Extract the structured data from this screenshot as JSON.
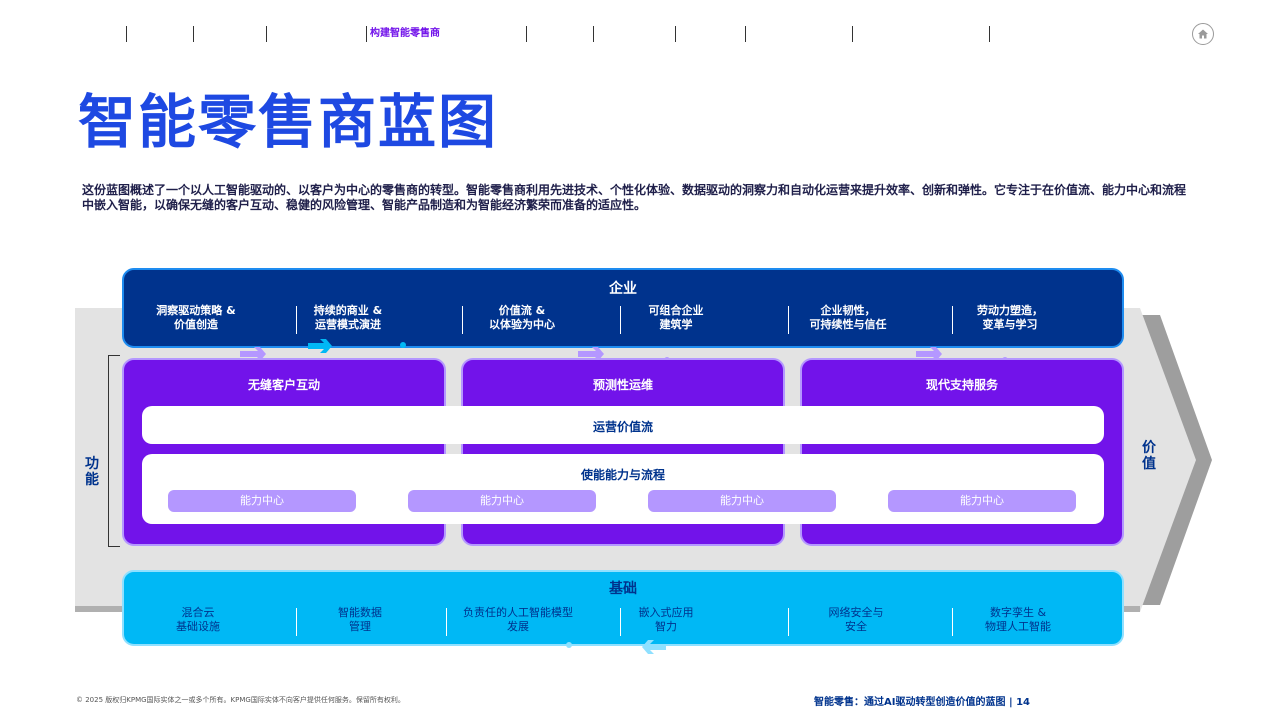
{
  "nav": {
    "active": "构建智能零售商"
  },
  "title": "智能零售商蓝图",
  "intro": "这份蓝图概述了一个以人工智能驱动的、以客户为中心的零售商的转型。智能零售商利用先进技术、个性化体验、数据驱动的洞察力和自动化运营来提升效率、创新和弹性。它专注于在价值流、能力中心和流程中嵌入智能，以确保无缝的客户互动、稳健的风险管理、智能产品制造和为智能经济繁荣而准备的适应性。",
  "diagram": {
    "enterprise": {
      "title": "企业",
      "items": [
        "洞察驱动策略 &\n价值创造",
        "持续的商业 &\n运营模式演进",
        "价值流 &\n以体验为中心",
        "可组合企业\n建筑学",
        "企业韧性，\n可持续性与信任",
        "劳动力塑造，\n变革与学习"
      ]
    },
    "pillars": [
      "无缝客户互动",
      "预测性运维",
      "现代支持服务"
    ],
    "value_stream": "运营价值流",
    "enablement": {
      "title": "使能能力与流程",
      "chips": [
        "能力中心",
        "能力中心",
        "能力中心",
        "能力中心"
      ]
    },
    "foundation": {
      "title": "基础",
      "items": [
        "混合云\n基础设施",
        "智能数据\n管理",
        "负责任的人工智能模型\n发展",
        "嵌入式应用\n智力",
        "网络安全与\n安全",
        "数字孪生 &\n物理人工智能"
      ]
    },
    "left_label": "功能",
    "right_label": "价值"
  },
  "footer": {
    "copyright": "© 2025 版权归KPMG国际实体之一或多个所有。KPMG国际实体不向客户提供任何服务。保留所有权利。",
    "page": "智能零售：通过AI驱动转型创造价值的蓝图 | 14"
  },
  "icons": [
    "home-icon",
    "chevron-right-icon",
    "chevron-left-icon"
  ],
  "colors": {
    "title_blue": "#1e49e2",
    "dark_blue": "#00338d",
    "purple": "#7213ea",
    "lilac": "#b497ff",
    "cyan": "#00b8f5"
  }
}
